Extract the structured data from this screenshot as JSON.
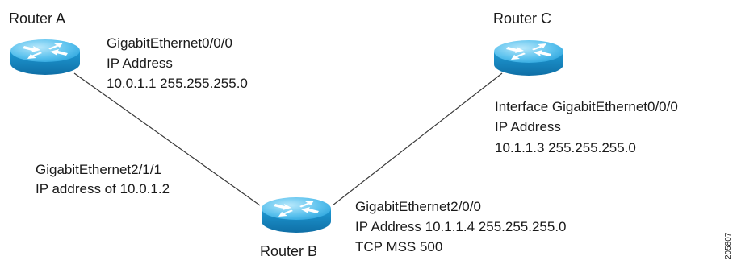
{
  "routers": {
    "a": {
      "name": "Router A"
    },
    "b": {
      "name": "Router B"
    },
    "c": {
      "name": "Router C"
    }
  },
  "interfaces": {
    "router_a": {
      "line1": "GigabitEthernet0/0/0",
      "line2": "IP Address",
      "line3": "10.0.1.1 255.255.255.0"
    },
    "router_b_left": {
      "line1": "GigabitEthernet2/1/1",
      "line2": "IP address of 10.0.1.2"
    },
    "router_b_right": {
      "line1": "GigabitEthernet2/0/0",
      "line2": "IP Address 10.1.1.4 255.255.255.0",
      "line3": "TCP MSS 500"
    },
    "router_c": {
      "line1": "Interface GigabitEthernet0/0/0",
      "line2": "IP Address",
      "line3": "10.1.1.3 255.255.255.0"
    }
  },
  "figure_id": "205807",
  "colors": {
    "router_body": "#29a8e0",
    "router_top": "#7fd1f4",
    "router_arrows": "#ffffff",
    "link": "#3a3a3a"
  }
}
